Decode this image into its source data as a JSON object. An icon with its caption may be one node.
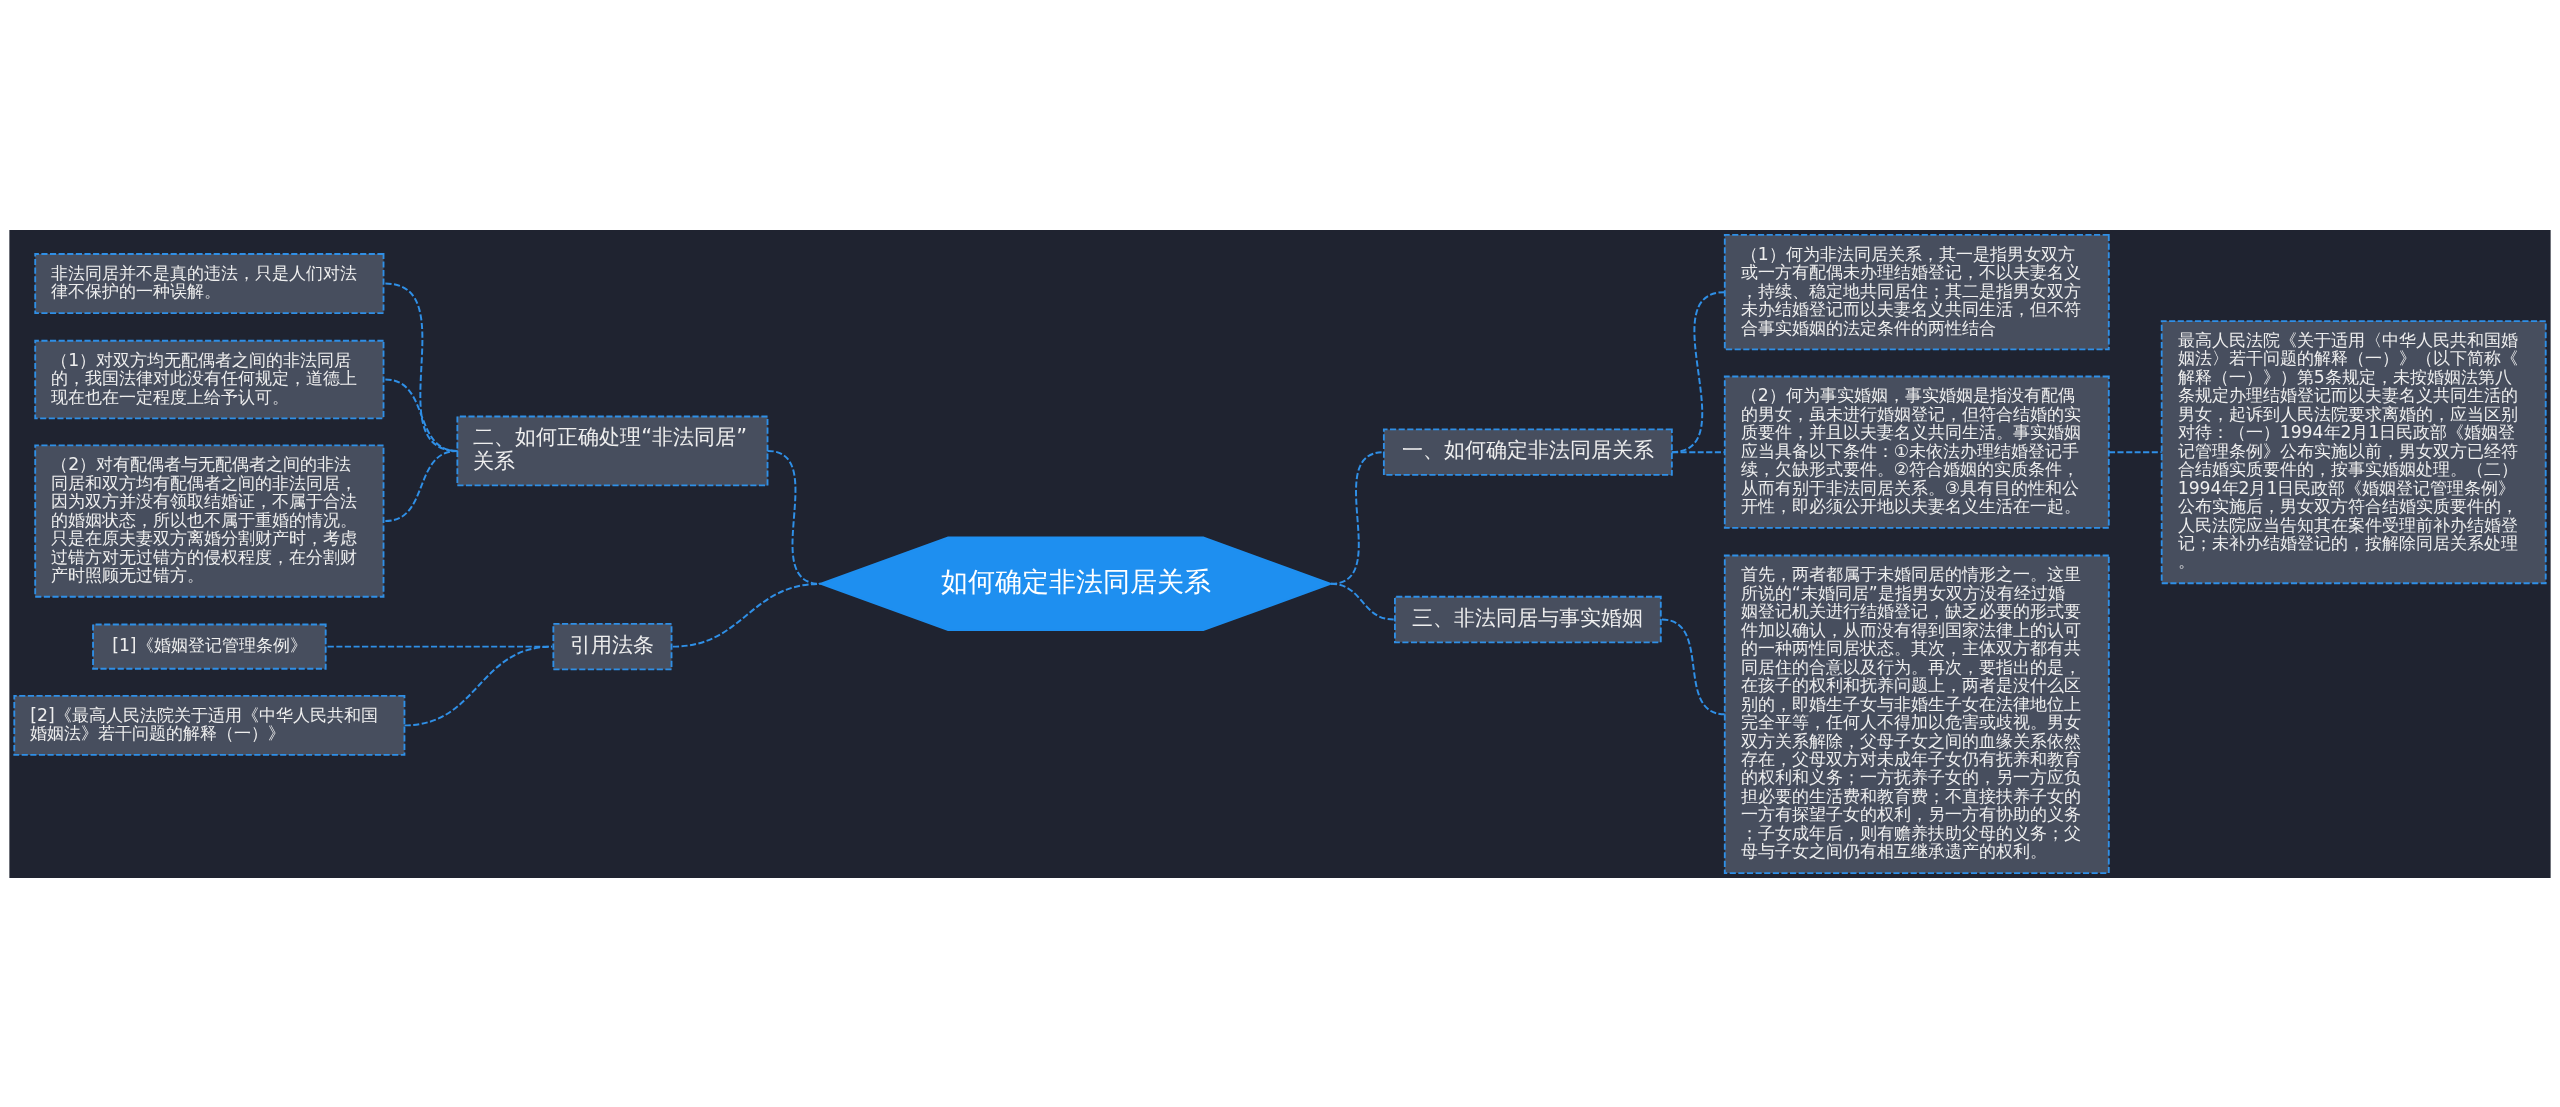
{
  "diagram": {
    "nodes": [
      {
        "text": [
          "如何确定非法同居关系"
        ]
      },
      {
        "text": [
          "一、如何确定非法同居关系"
        ]
      },
      {
        "text": [
          "（1）何为非法同居关系，其一是指男女双方或一方有配偶未办理结婚登记，不以夫妻名义，持续、稳定地共同居住；其二是指男女双方未办结婚登记而以夫妻名义共同生活，但不符合事实婚姻的法定条件的两性结合"
        ]
      },
      {
        "text": [
          "（2）何为事实婚姻，事实婚姻是指没有配偶的男女，虽未进行婚姻登记，但符合结婚的实质要件，并且以夫妻名义共同生活。事实婚姻应当具备以下条件：①未依法办理结婚登记手续，欠缺形式要件。②符合婚姻的实质条件，从而有别于非法同居关系。③具有目的性和公开性，即必须公开地以夫妻名义生活在一起。"
        ]
      },
      {
        "text": [
          "最高人民法院《关于适用〈中华人民共和国婚姻法〉若干问题的解释（一）》（以下简称《解释（一）》）第5条规定，未按婚姻法第八条规定办理结婚登记而以夫妻名义共同生活的男女，起诉到人民法院要求离婚的，应当区别对待：（一）1994年2月1日民政部《婚姻登记管理条例》公布实施以前，男女双方已经符合结婚实质要件的，按事实婚姻处理。（二）1994年2月1日民政部《婚姻登记管理条例》公布实施后，男女双方符合结婚实质要件的，人民法院应当告知其在案件受理前补办结婚登记；未补办结婚登记的，按解除同居关系处理。"
        ]
      },
      {
        "text": [
          "三、非法同居与事实婚姻"
        ]
      },
      {
        "text": [
          "首先，两者都属于未婚同居的情形之一。这里所说的“未婚同居”是指男女双方没有经过婚姻登记机关进行结婚登记，缺乏必要的形式要件加以确认，从而没有得到国家法律上的认可的一种两性同居状态。其次，主体双方都有共同居住的合意以及行为。再次，要指出的是，在孩子的权利和抚养问题上，两者是没什么区别的，即婚生子女与非婚生子女在法律地位上完全平等，任何人不得加以危害或歧视。男女双方关系解除，父母子女之间的血缘关系依然存在，父母双方对未成年子女仍有抚养和教育的权利和义务；一方抚养子女的，另一方应负担必要的生活费和教育费；不直接扶养子女的一方有探望子女的权利，另一方有协助的义务；子女成年后，则有赡养扶助父母的义务；父母与子女之间仍有相互继承遗产的权利。"
        ]
      },
      {
        "text": [
          "二、如何正确处理“非法同居”关系"
        ]
      },
      {
        "text": [
          "非法同居并不是真的违法，只是人们对法律不保护的一种误解。"
        ]
      },
      {
        "text": [
          "（1）对双方均无配偶者之间的非法同居的，我国法律对此没有任何规定，道德上现在也在一定程度上给予认可。"
        ]
      },
      {
        "text": [
          "（2）对有配偶者与无配偶者之间的非法同居和双方均有配偶者之间的非法同居，因为双方并没有领取结婚证，不属于合法的婚姻状态，所以也不属于重婚的情况。只是在原夫妻双方离婚分割财产时，考虑过错方对无过错方的侵权程度，在分割财产时照顾无过错方。"
        ]
      },
      {
        "text": [
          "引用法条"
        ]
      },
      {
        "text": [
          "[1]《婚姻登记管理条例》"
        ]
      },
      {
        "text": [
          "[2]《最高人民法院关于适用《中华人民共和国婚姻法》若干问题的解释（一）》"
        ]
      }
    ],
    "edges": [
      {
        "from": 0,
        "to": 1,
        "arrow": "none",
        "style": "dashed"
      },
      {
        "from": 1,
        "to": 2,
        "arrow": "none",
        "style": "dashed"
      },
      {
        "from": 1,
        "to": 3,
        "arrow": "none",
        "style": "dashed"
      },
      {
        "from": 3,
        "to": 4,
        "arrow": "none",
        "style": "dashed"
      },
      {
        "from": 0,
        "to": 5,
        "arrow": "none",
        "style": "dashed"
      },
      {
        "from": 5,
        "to": 6,
        "arrow": "none",
        "style": "dashed"
      },
      {
        "from": 0,
        "to": 7,
        "arrow": "none",
        "style": "dashed"
      },
      {
        "from": 7,
        "to": 8,
        "arrow": "none",
        "style": "dashed"
      },
      {
        "from": 7,
        "to": 9,
        "arrow": "none",
        "style": "dashed"
      },
      {
        "from": 7,
        "to": 10,
        "arrow": "none",
        "style": "dashed"
      },
      {
        "from": 0,
        "to": 11,
        "arrow": "none",
        "style": "dashed"
      },
      {
        "from": 11,
        "to": 12,
        "arrow": "none",
        "style": "dashed"
      },
      {
        "from": 11,
        "to": 13,
        "arrow": "none",
        "style": "dashed"
      }
    ]
  }
}
